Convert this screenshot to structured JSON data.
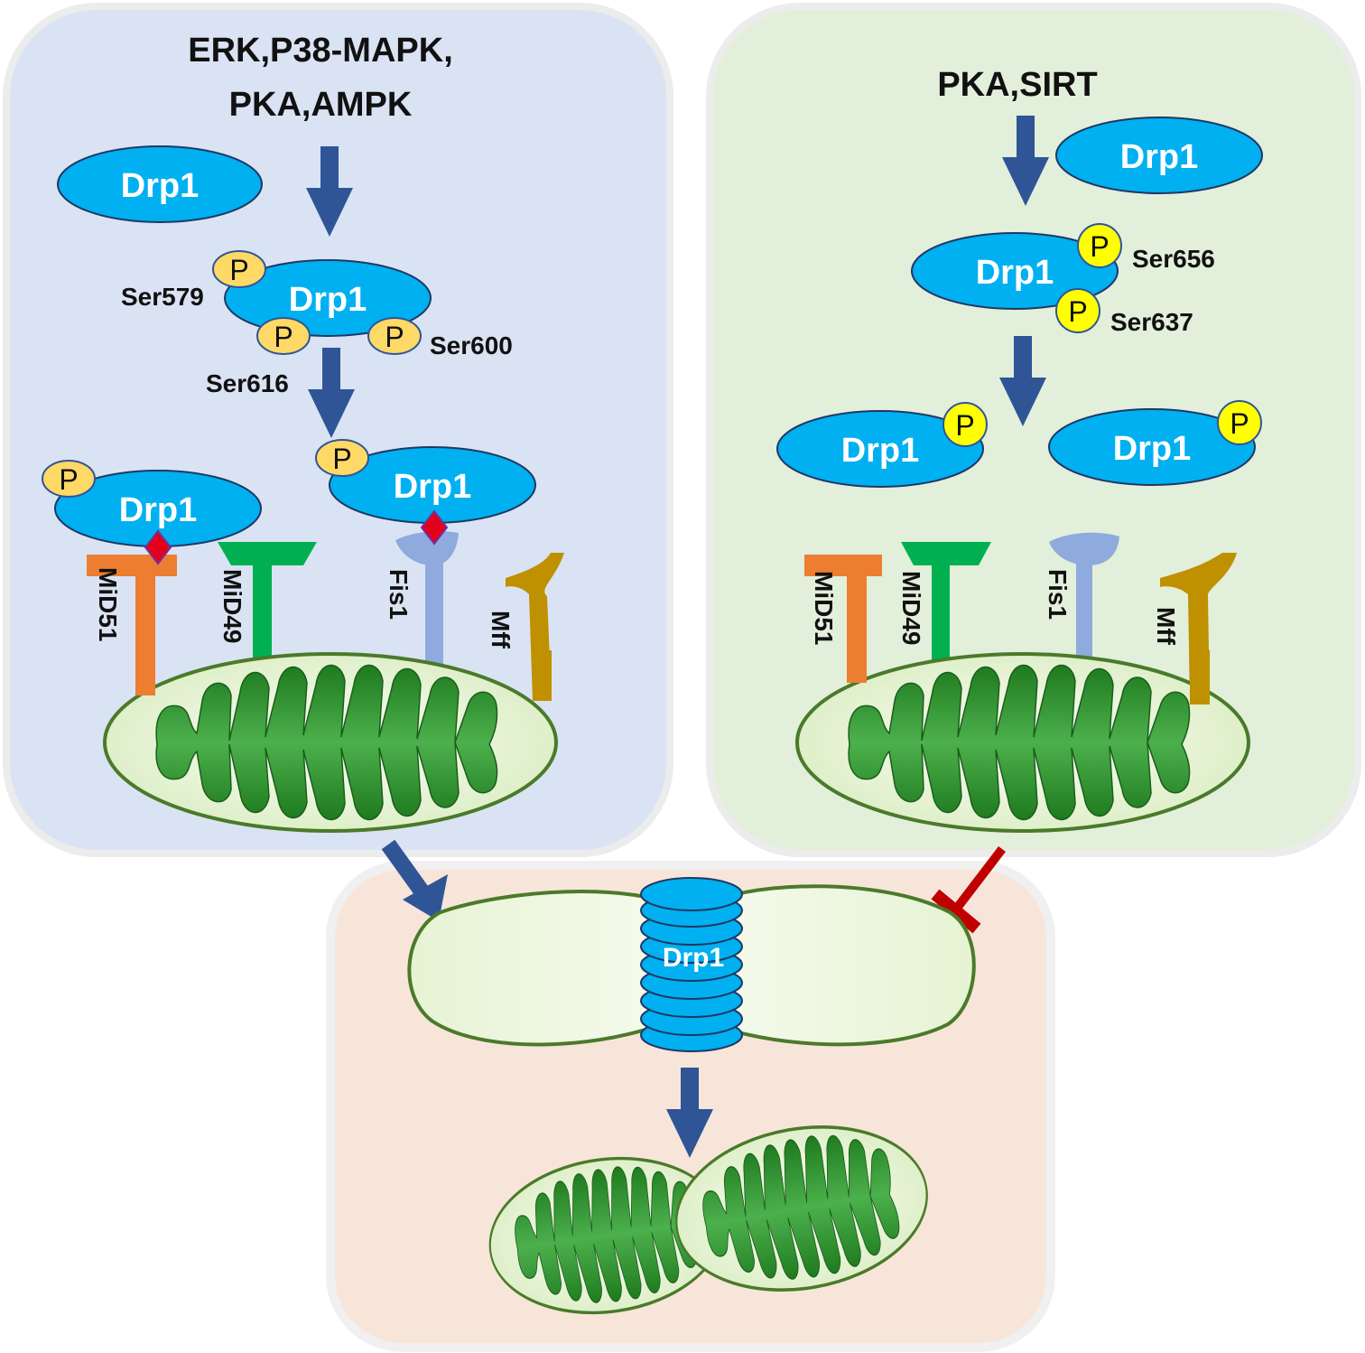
{
  "left_panel": {
    "kinases_line1": "ERK,P38-MAPK,",
    "kinases_line2": "PKA,AMPK",
    "drp1": "Drp1",
    "phospho": "P",
    "sites": {
      "s579": "Ser579",
      "s600": "Ser600",
      "s616": "Ser616"
    },
    "receptors": {
      "mid51": "MiD51",
      "mid49": "MiD49",
      "fis1": "Fis1",
      "mff": "Mff"
    }
  },
  "right_panel": {
    "kinases": "PKA,SIRT",
    "drp1": "Drp1",
    "phospho": "P",
    "sites": {
      "s656": "Ser656",
      "s637": "Ser637"
    },
    "receptors": {
      "mid51": "MiD51",
      "mid49": "MiD49",
      "fis1": "Fis1",
      "mff": "Mff"
    }
  },
  "bottom_panel": {
    "drp1_ring": "Drp1"
  },
  "colors": {
    "left_bg": "#dae3f3",
    "right_bg": "#e2efda",
    "bottom_bg": "#f8e5d9",
    "drp1_fill": "#00b0f0",
    "arrow_blue": "#2f5597",
    "inhibit_red": "#c00000",
    "mid51": "#ed7d31",
    "mid49": "#00b050",
    "fis1": "#8faadc",
    "mff": "#bf9000",
    "p_left": "#ffd966",
    "p_right": "#ffff00",
    "crista": "#2e8b2e"
  }
}
